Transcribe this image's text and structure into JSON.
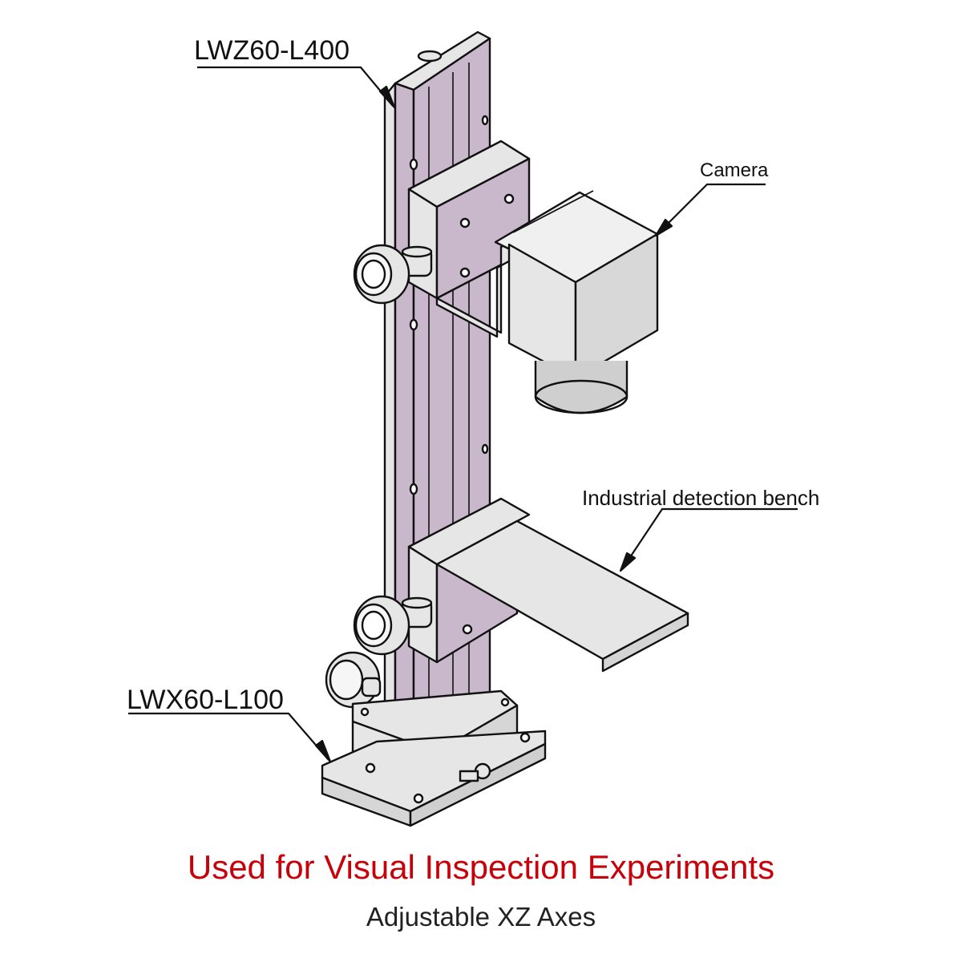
{
  "labels": {
    "z_axis_model": "LWZ60-L400",
    "x_axis_model": "LWX60-L100",
    "camera": "Camera",
    "bench": "Industrial detection bench"
  },
  "headline": "Used for Visual Inspection Experiments",
  "subheadline": "Adjustable XZ Axes",
  "colors": {
    "headline": "#c8000a",
    "rail": "#c9b8cc",
    "metal": "#e6e6e6",
    "outline": "#111111"
  }
}
